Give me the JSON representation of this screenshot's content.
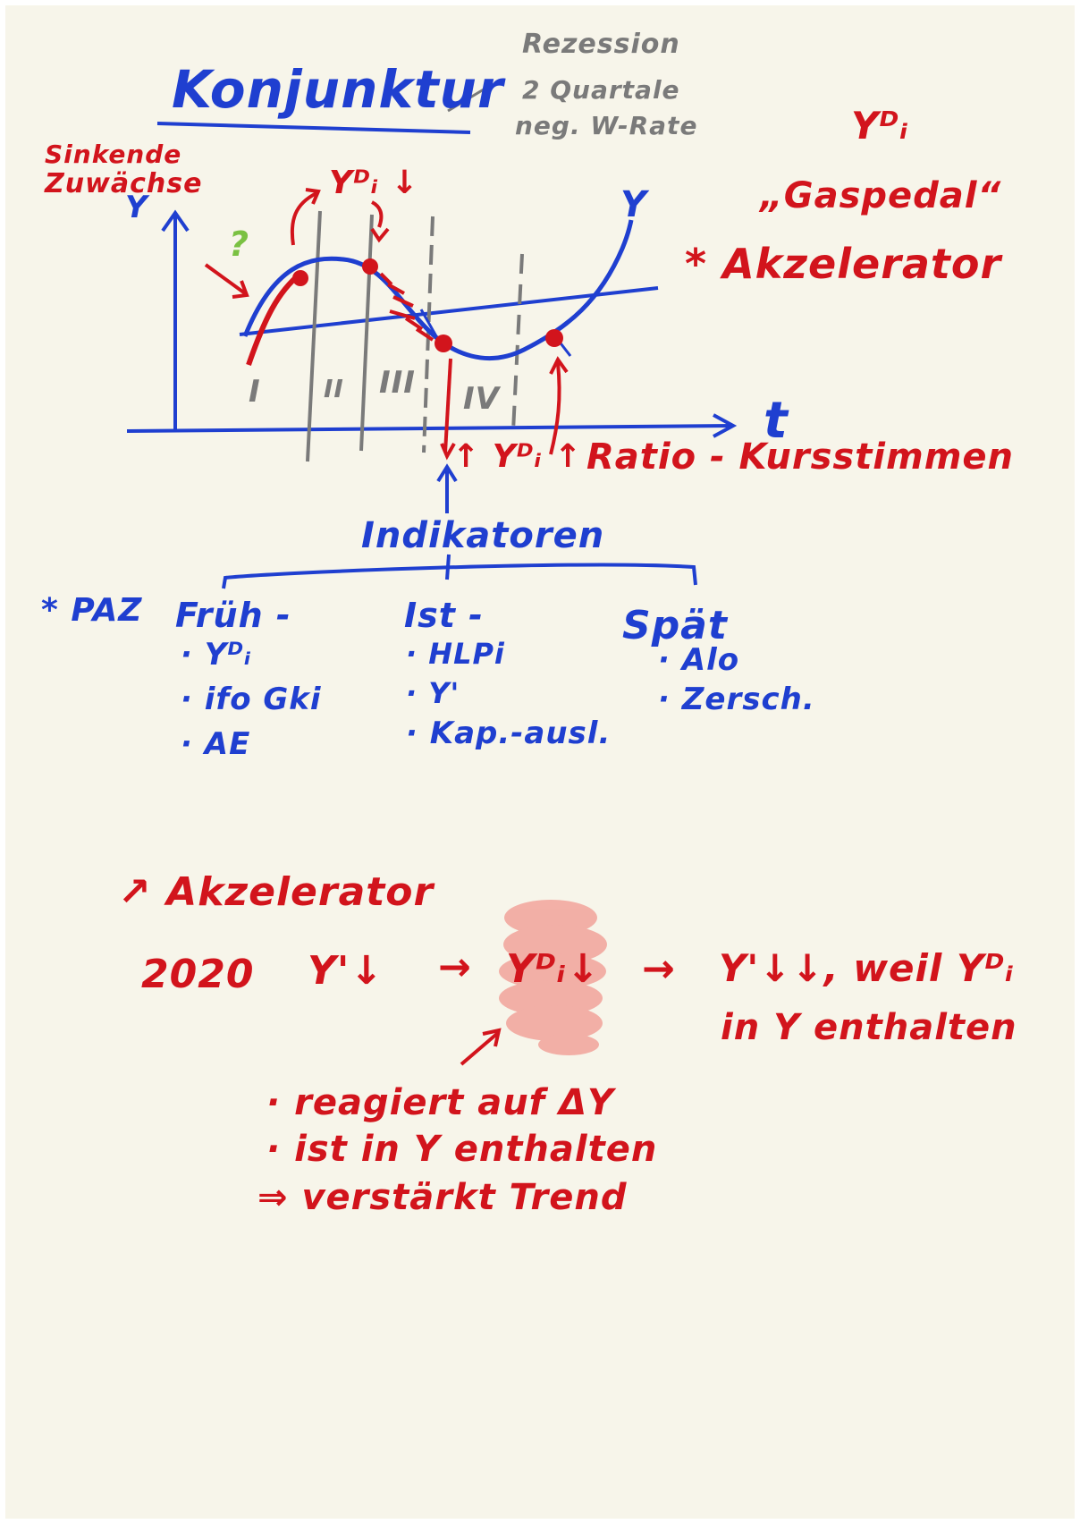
{
  "title": "Konjunktur",
  "title_note": [
    "Rezession",
    "2 Quartale",
    "neg. W-Rate"
  ],
  "left_note": [
    "Sinkende",
    "Zuwächse"
  ],
  "question_mark": "?",
  "axis": {
    "y": "Y",
    "t": "t",
    "curve_y": "Y"
  },
  "phases": [
    "I",
    "II",
    "III",
    "IV"
  ],
  "yd_down_top": "Yᴰᵢ ↓",
  "yd_right": "Yᴰᵢ",
  "gaspedal": "„Gaspedal“",
  "akzelerator": "* Akzelerator",
  "yd_up_bottom": "↑ Yᴰᵢ ↑",
  "ratio": "Ratio - Kursstimmen",
  "indikatoren": "Indikatoren",
  "paz": "* PAZ",
  "columns": [
    {
      "head": "Früh -",
      "items": [
        "· Yᴰᵢ",
        "· ifo Gki",
        "· AE"
      ]
    },
    {
      "head": "Ist -",
      "items": [
        "· HLPi",
        "· Y'",
        "· Kap.-ausl."
      ]
    },
    {
      "head": "Spät",
      "items": [
        "· Alo",
        "· Zersch."
      ]
    }
  ],
  "akz2": "↗ Akzelerator",
  "year": "2020",
  "chain1": "Y'↓",
  "arrow1": "→",
  "chain2": "Yᴰᵢ↓",
  "arrow2": "→",
  "chain3": "Y'↓↓, weil Yᴰᵢ",
  "chain4": "in Y enthalten",
  "bullets": [
    "· reagiert auf ΔY",
    "· ist in Y enthalten",
    "⇒ verstärkt Trend"
  ],
  "colors": {
    "paper": "#f7f5ea",
    "blue": "#1f3fd0",
    "red": "#d2141c",
    "gray": "#7a7a7a",
    "green": "#7ac142",
    "highlight": "#f2a39b"
  }
}
